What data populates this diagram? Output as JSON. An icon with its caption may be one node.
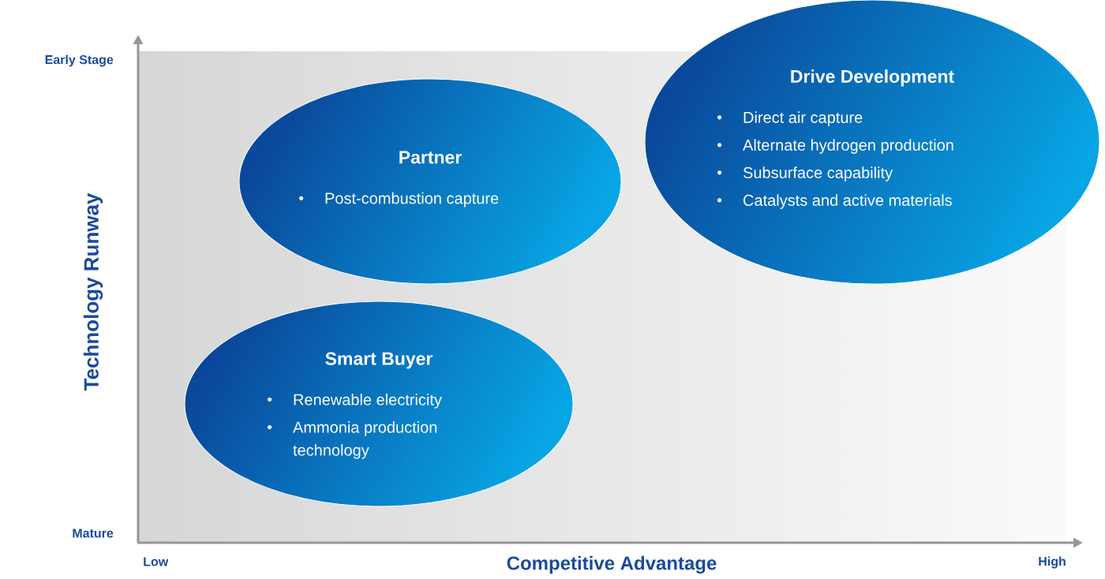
{
  "diagram": {
    "nodes": [
      {
        "text": [
          "Partner",
          "Post-combustion capture"
        ]
      },
      {
        "text": [
          "Drive Development",
          "Direct air capture",
          "Alternate hydrogen production",
          "Subsurface capability",
          "Catalysts and active materials"
        ]
      },
      {
        "text": [
          "Smart Buyer",
          "Renewable electricity",
          "Ammonia production technology"
        ]
      }
    ],
    "labels": [
      "Early Stage",
      "Technology Runway",
      "Mature",
      "Low",
      "Competitive Advantage",
      "High"
    ]
  }
}
